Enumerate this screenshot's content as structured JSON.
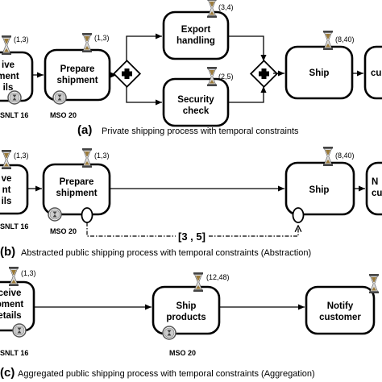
{
  "panel_a": {
    "caption_letter": "(a)",
    "caption": "Private shipping process with temporal constraints",
    "tasks": {
      "receive": "ive / ment / ils",
      "prepare": "Prepare / shipment",
      "export": "Export / handling",
      "security": "Security / check",
      "ship": "Ship",
      "notify": "cu"
    },
    "constraints": {
      "receive": "(1,3)",
      "prepare": "(1,3)",
      "export": "(3,4)",
      "security": "(2,5)",
      "ship": "(8,40)"
    },
    "labels": {
      "snlt": "SNLT 16",
      "mso": "MSO 20"
    }
  },
  "panel_b": {
    "caption_letter": "(b)",
    "caption": "Abstracted public shipping process with temporal constraints (Abstraction)",
    "tasks": {
      "receive": "ve / nt / ils",
      "prepare": "Prepare / shipment",
      "ship": "Ship",
      "notify": "N / cu"
    },
    "constraints": {
      "receive": "(1,3)",
      "prepare": "(1,3)",
      "ship": "(8,40)"
    },
    "labels": {
      "snlt": "SNLT 16",
      "mso": "MSO 20"
    },
    "interval": "[3 , 5]"
  },
  "panel_c": {
    "caption_letter": "(c)",
    "caption": "Aggregated public shipping process with temporal constraints (Aggregation)",
    "tasks": {
      "receive": "ceive / pment / etails",
      "ship": "Ship / products",
      "notify": "Notify / customer"
    },
    "constraints": {
      "receive": "(1,3)",
      "ship": "(12,48)"
    },
    "labels": {
      "snlt": "SNLT 16",
      "mso": "MSO 20"
    }
  }
}
